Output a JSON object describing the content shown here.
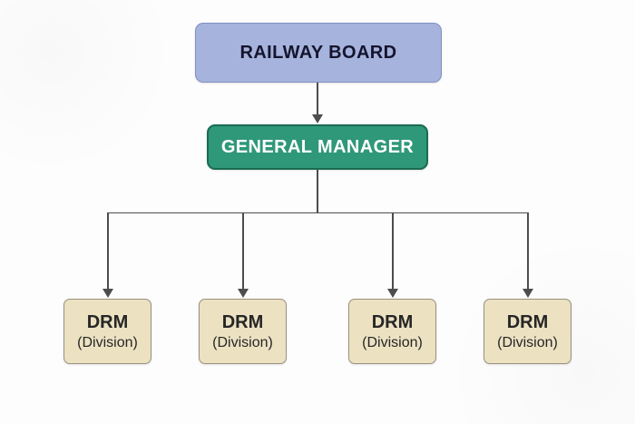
{
  "diagram": {
    "type": "org-chart",
    "nodes": {
      "railway_board": {
        "label": "RAILWAY BOARD"
      },
      "general_manager": {
        "label": "GENERAL MANAGER"
      },
      "divisions": [
        {
          "title": "DRM",
          "subtitle": "(Division)"
        },
        {
          "title": "DRM",
          "subtitle": "(Division)"
        },
        {
          "title": "DRM",
          "subtitle": "(Division)"
        },
        {
          "title": "DRM",
          "subtitle": "(Division)"
        }
      ]
    },
    "edges": [
      {
        "from": "railway_board",
        "to": "general_manager",
        "arrow": true
      },
      {
        "from": "general_manager",
        "to": "divisions.0",
        "arrow": true
      },
      {
        "from": "general_manager",
        "to": "divisions.1",
        "arrow": true
      },
      {
        "from": "general_manager",
        "to": "divisions.2",
        "arrow": true
      },
      {
        "from": "general_manager",
        "to": "divisions.3",
        "arrow": true
      }
    ]
  },
  "colors": {
    "background": "#fdfdfd",
    "board_fill": "#a6b3dc",
    "board_border": "#8190c2",
    "board_text": "#15152e",
    "gm_fill": "#2f9878",
    "gm_border": "#1a6b52",
    "gm_text": "#ffffff",
    "drm_fill": "#ece2c2",
    "drm_border": "#9a917f",
    "drm_text": "#262626",
    "line": "#4d4d4d"
  }
}
